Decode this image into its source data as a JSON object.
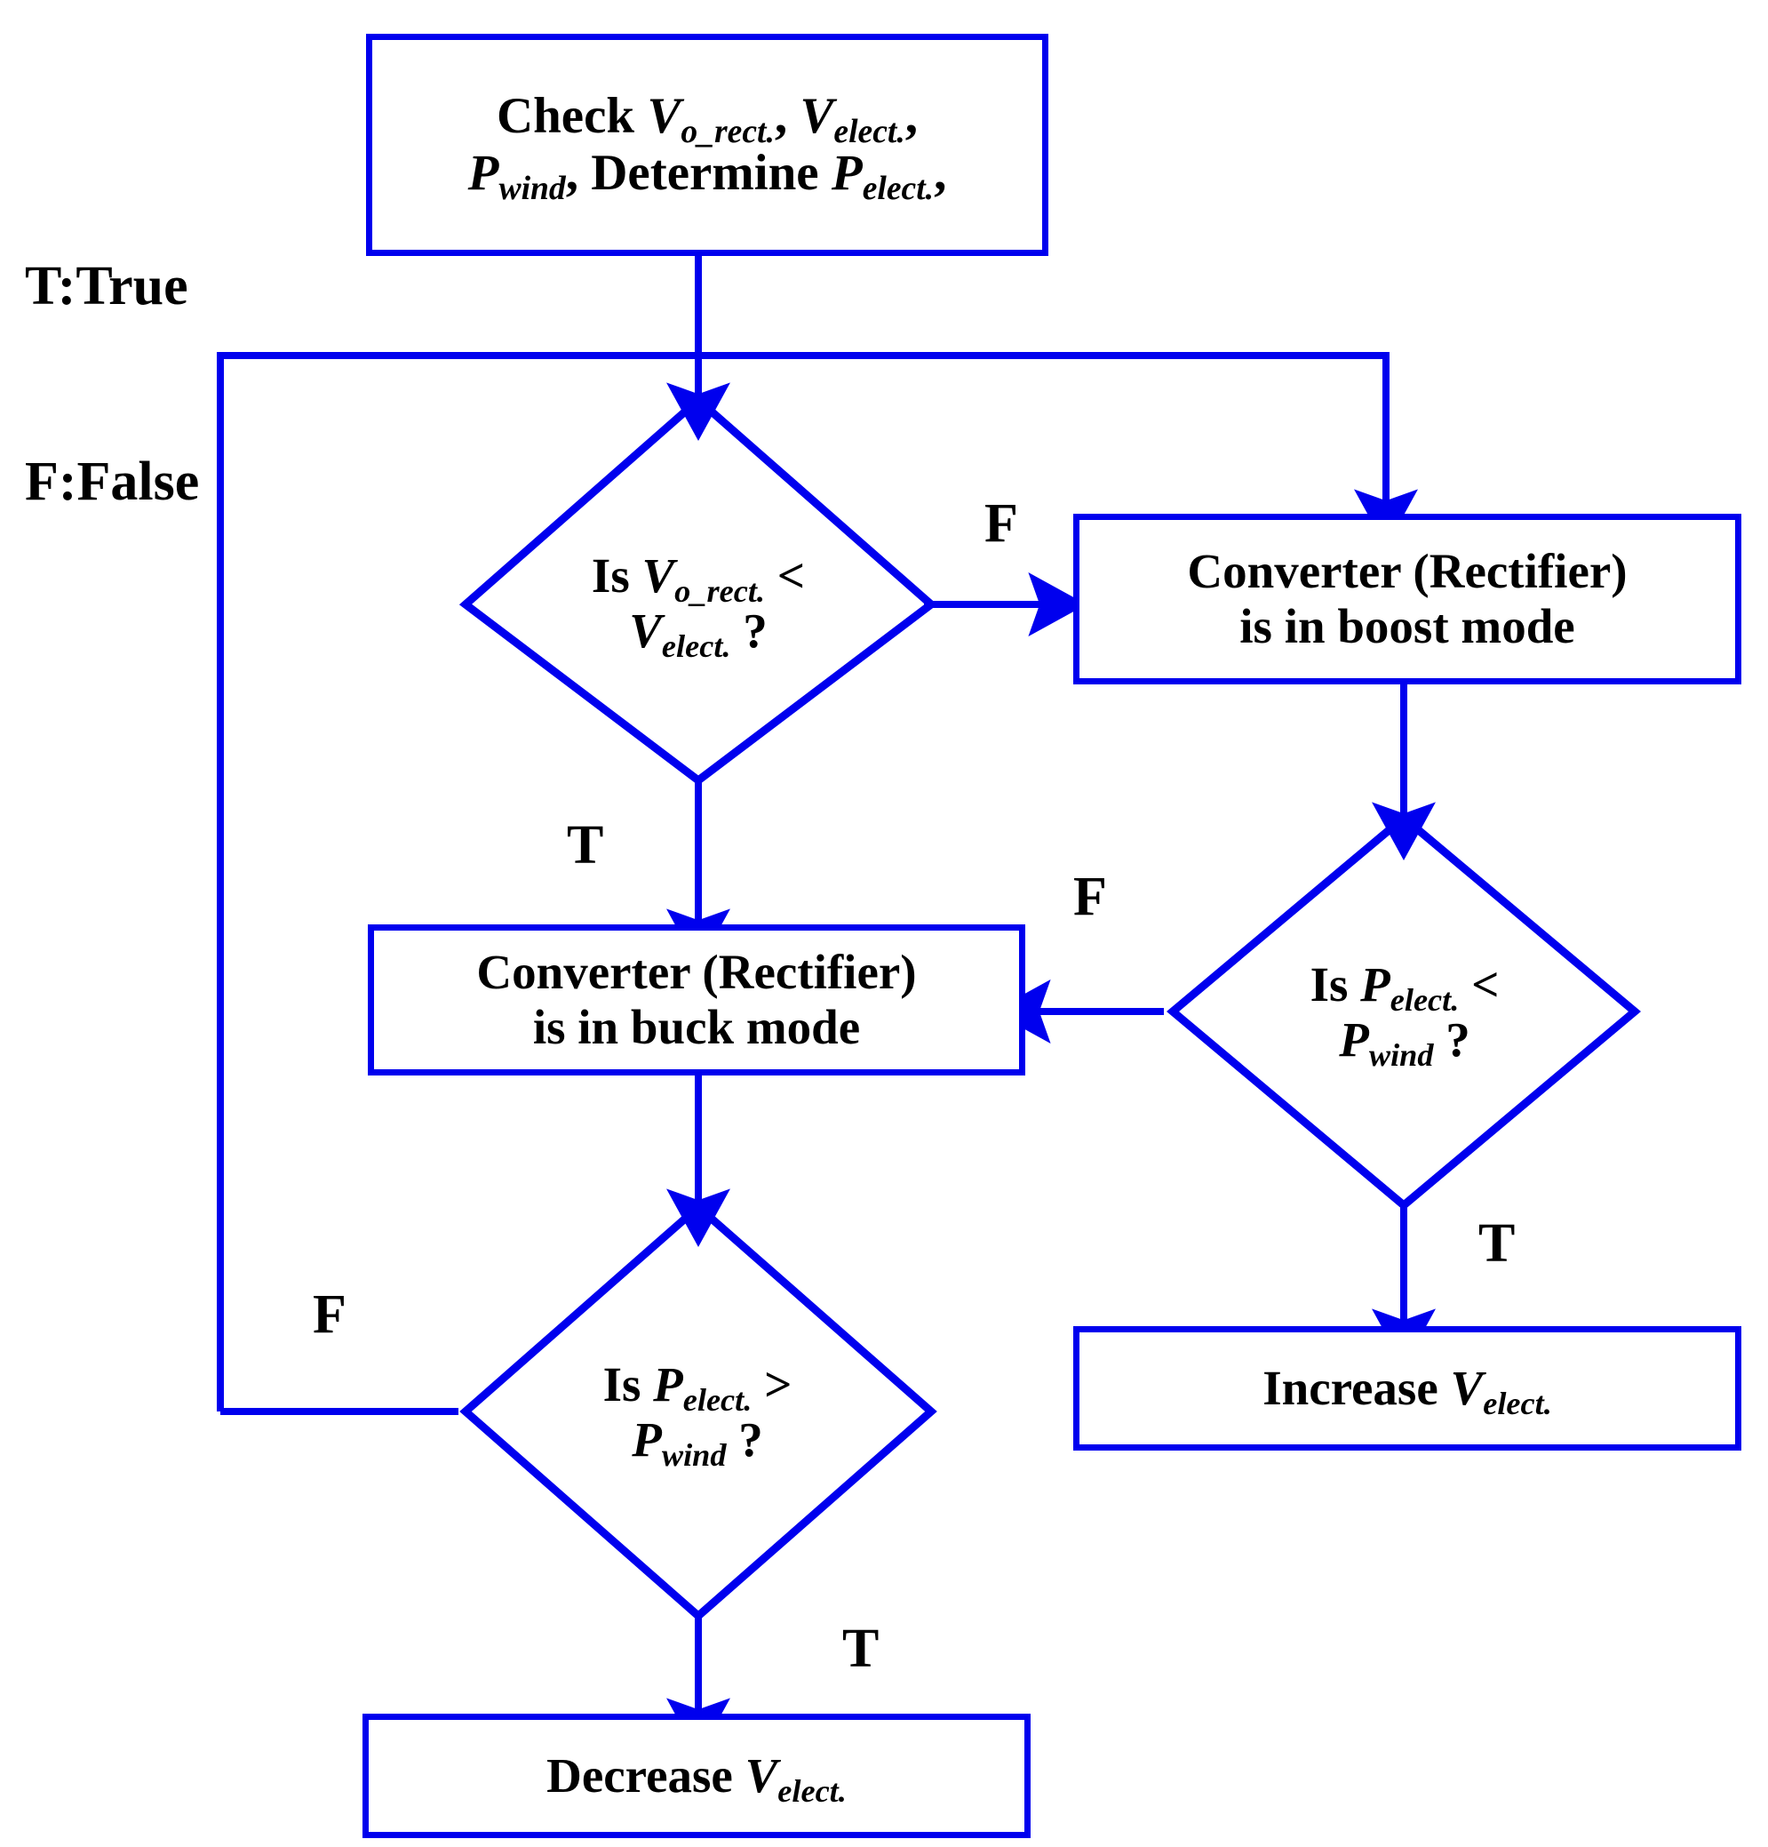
{
  "diagram": {
    "title": "Converter (Rectifier) buck/boost control flowchart",
    "colors": {
      "line": "#0000ee",
      "text": "#000000",
      "background": "#ffffff"
    },
    "legend": {
      "true_line": "T:True",
      "false_line": "F:False"
    },
    "nodes": {
      "check": {
        "type": "process",
        "line1_a": "Check ",
        "line1_v1": "V",
        "line1_v1_sub": "o_rect.",
        "line1_sep1": ", ",
        "line1_v2": "V",
        "line1_v2_sub": "elect.",
        "line1_end": ",",
        "line2_p1": "P",
        "line2_p1_sub": "wind",
        "line2_mid": ", Determine ",
        "line2_p2": "P",
        "line2_p2_sub": "elect.",
        "line2_end": ",",
        "plain": "Check V_o_rect., V_elect., P_wind, Determine P_elect.,"
      },
      "decision_voltage": {
        "type": "decision",
        "line1_a": "Is ",
        "line1_v": "V",
        "line1_v_sub": "o_rect.",
        "line1_op": " <",
        "line2_v": "V",
        "line2_v_sub": "elect.",
        "line2_q": " ?",
        "plain": "Is V_o_rect. < V_elect. ?"
      },
      "boost": {
        "type": "process",
        "line1": "Converter (Rectifier)",
        "line2": "is in boost mode"
      },
      "buck": {
        "type": "process",
        "line1": "Converter (Rectifier)",
        "line2": "is in buck mode"
      },
      "decision_power_lt": {
        "type": "decision",
        "line1_a": "Is ",
        "line1_p": "P",
        "line1_p_sub": "elect.",
        "line1_op": " <",
        "line2_p": "P",
        "line2_p_sub": "wind",
        "line2_q": " ?",
        "plain": "Is P_elect. < P_wind ?"
      },
      "decision_power_gt": {
        "type": "decision",
        "line1_a": "Is ",
        "line1_p": "P",
        "line1_p_sub": "elect.",
        "line1_op": " >",
        "line2_p": "P",
        "line2_p_sub": "wind",
        "line2_q": " ?",
        "plain": "Is P_elect. > P_wind ?"
      },
      "increase": {
        "type": "process",
        "text_a": "Increase ",
        "text_v": "V",
        "text_v_sub": "elect.",
        "plain": "Increase V_elect."
      },
      "decrease": {
        "type": "process",
        "text_a": "Decrease ",
        "text_v": "V",
        "text_v_sub": "elect.",
        "plain": "Decrease V_elect."
      }
    },
    "edge_labels": {
      "voltage_false": "F",
      "voltage_true": "T",
      "power_lt_false": "F",
      "power_lt_true": "T",
      "power_gt_false": "F",
      "power_gt_true": "T"
    }
  }
}
